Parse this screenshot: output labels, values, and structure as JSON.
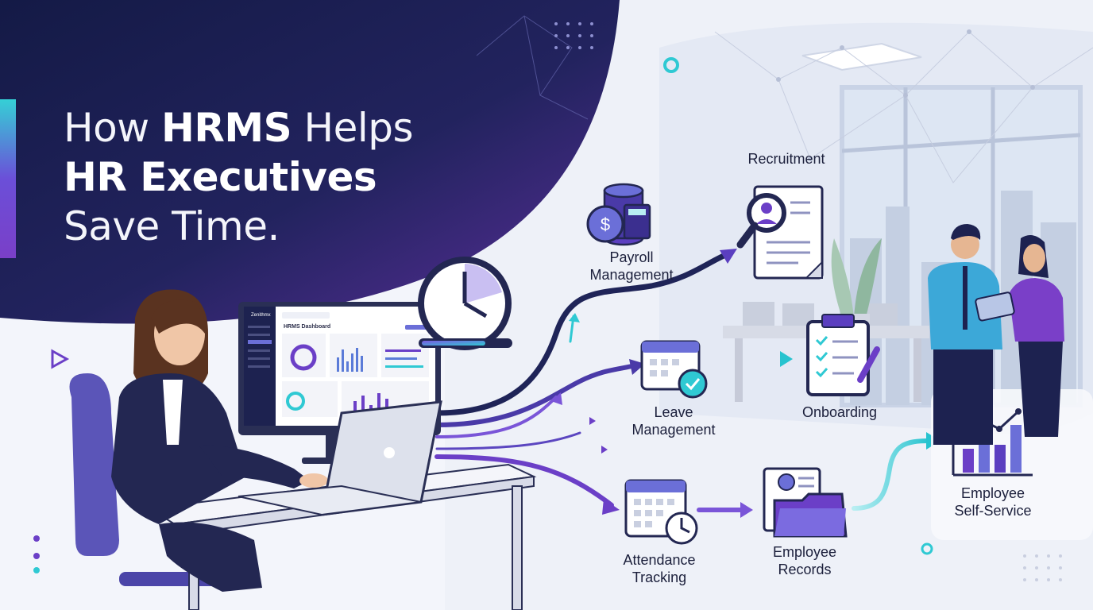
{
  "headline": {
    "line1_pre": "How ",
    "line1_bold": "HRMS",
    "line1_post": " Helps",
    "line2_bold": "HR Executives",
    "line3": "Save Time."
  },
  "dashboard": {
    "app_name": "Zenithmx",
    "title": "HRMS Dashboard"
  },
  "features": {
    "payroll": {
      "line1": "Payroll",
      "line2": "Management"
    },
    "recruitment": {
      "line1": "Recruitment"
    },
    "leave": {
      "line1": "Leave",
      "line2": "Management"
    },
    "onboarding": {
      "line1": "Onboarding"
    },
    "attendance": {
      "line1": "Attendance",
      "line2": "Tracking"
    },
    "records": {
      "line1": "Employee",
      "line2": "Records"
    },
    "self_service": {
      "line1": "Employee",
      "line2": "Self-Service"
    }
  },
  "colors": {
    "navy": "#1a1f4e",
    "purple": "#6b3fc7",
    "teal": "#2fc9d3",
    "icon_stroke": "#2a2f55"
  }
}
